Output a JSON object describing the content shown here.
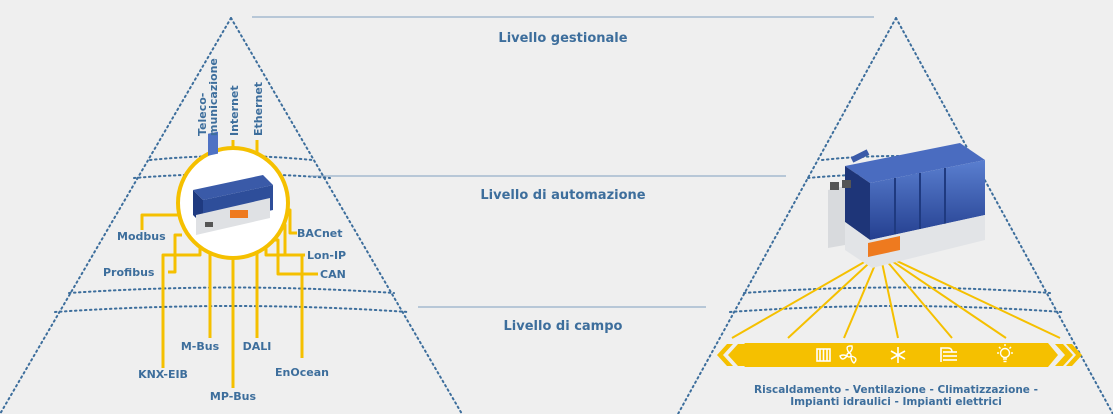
{
  "levels": {
    "management": "Livello gestionale",
    "automation": "Livello di automazione",
    "field": "Livello di campo"
  },
  "top_protocols": [
    {
      "line1": "Teleco-",
      "line2": "municazione"
    },
    {
      "line1": "Internet"
    },
    {
      "line1": "Ethernet"
    }
  ],
  "left_protocols": [
    "Modbus",
    "Profibus"
  ],
  "right_protocols": [
    "BACnet",
    "Lon-IP",
    "CAN"
  ],
  "bottom_protocols": [
    "KNX-EIB",
    "M-Bus",
    "MP-Bus",
    "DALI",
    "EnOcean"
  ],
  "disciplines": {
    "icons": [
      "radiator-icon",
      "fan-icon",
      "snowflake-icon",
      "faucet-icon",
      "lightbulb-icon"
    ],
    "caption_line1": "Riscaldamento - Ventilazione - Climatizzazione -",
    "caption_line2": "Impianti idraulici - Impianti elettrici"
  },
  "colors": {
    "background": "#efefef",
    "accent_yellow": "#f5c000",
    "text_blue": "#3d6e9c",
    "dots": "#3d6e9c",
    "level_line": "#7f9fbf"
  }
}
